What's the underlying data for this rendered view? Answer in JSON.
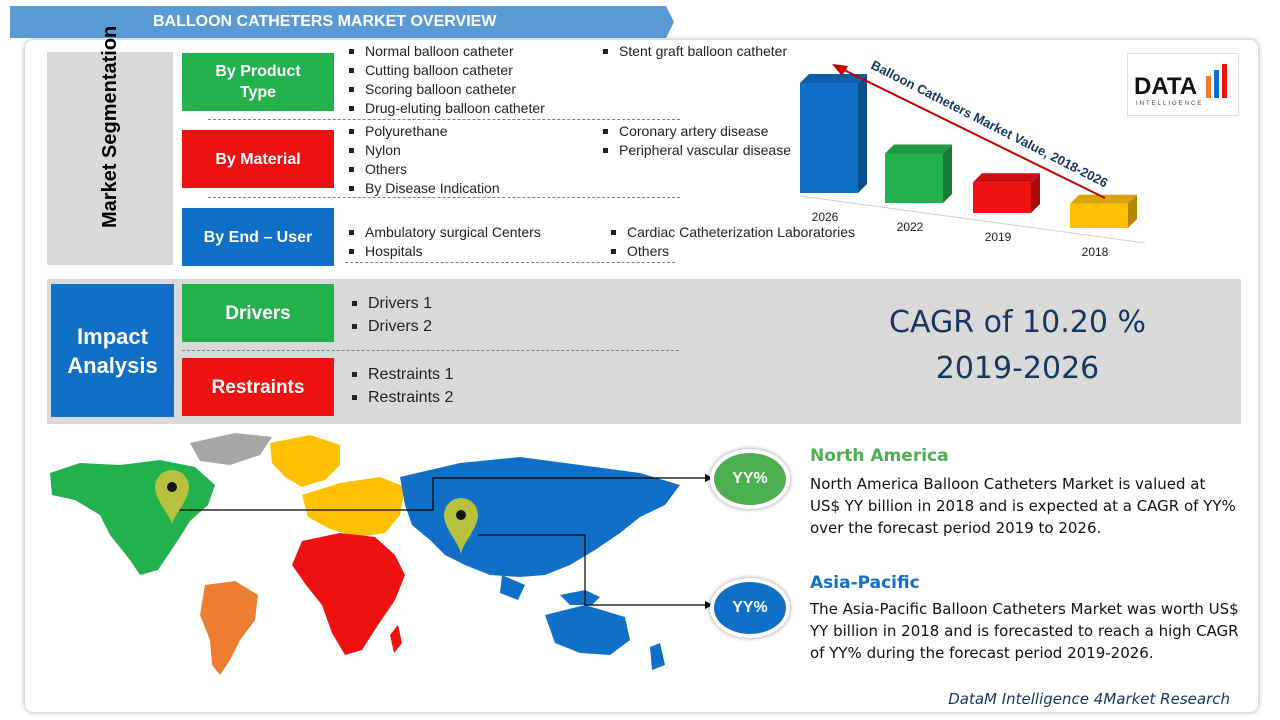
{
  "header": {
    "title": "BALLOON CATHETERS MARKET OVERVIEW"
  },
  "segmentation": {
    "label": "Market Segmentation",
    "by_product": {
      "label": "By Product Type",
      "col1": [
        "Normal balloon catheter",
        "Cutting balloon catheter",
        "Scoring balloon catheter",
        "Drug-eluting balloon catheter"
      ],
      "col2": [
        "Stent graft balloon catheter"
      ]
    },
    "by_material": {
      "label": "By Material",
      "col1": [
        "Polyurethane",
        "Nylon",
        "Others",
        "By Disease Indication"
      ],
      "col2": [
        "Coronary artery disease",
        "Peripheral vascular disease"
      ]
    },
    "by_end_user": {
      "label": "By End – User",
      "col1": [
        "Ambulatory surgical Centers",
        "Hospitals"
      ],
      "col2": [
        "Cardiac Catheterization Laboratories",
        "Others"
      ]
    }
  },
  "chart_data": {
    "type": "bar",
    "title": "Balloon Catheters Market Value, 2018-2026",
    "categories": [
      "2026",
      "2022",
      "2019",
      "2018"
    ],
    "values": [
      100,
      45,
      28,
      22
    ],
    "colors": [
      "#1070c8",
      "#22b14c",
      "#ee1111",
      "#ffc000"
    ]
  },
  "logo": {
    "name": "DATA",
    "sub": "INTELLIGENCE"
  },
  "impact": {
    "label": "Impact Analysis",
    "drivers": {
      "label": "Drivers",
      "items": [
        "Drivers 1",
        "Drivers 2"
      ]
    },
    "restraints": {
      "label": "Restraints",
      "items": [
        "Restraints 1",
        "Restraints 2"
      ]
    }
  },
  "cagr": {
    "line1": "CAGR of 10.20 %",
    "line2": "2019-2026"
  },
  "regions": {
    "north_america": {
      "badge": "YY%",
      "title": "North America",
      "text": "North America Balloon Catheters Market is valued at US$ YY billion in 2018 and is expected at a CAGR of YY% over the forecast period 2019 to 2026.",
      "color": "#4caf50"
    },
    "asia_pacific": {
      "badge": "YY%",
      "title": "Asia-Pacific",
      "text": "The Asia-Pacific Balloon Catheters Market was worth US$ YY billion in 2018 and is forecasted to reach a high CAGR of YY% during the forecast period 2019-2026.",
      "color": "#1070c8"
    }
  },
  "footer": {
    "text": "DataM Intelligence 4Market Research"
  }
}
